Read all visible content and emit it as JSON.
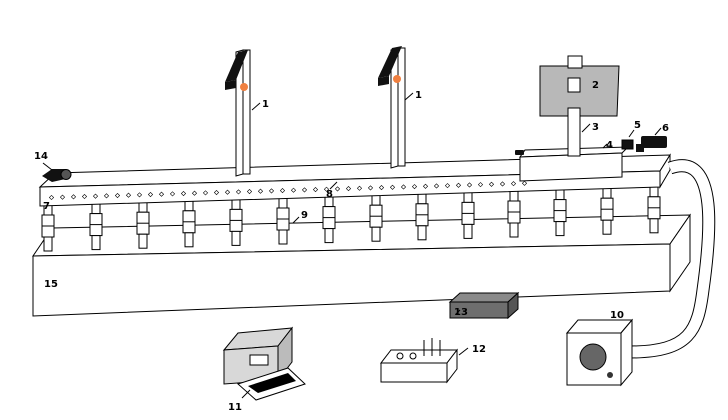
{
  "labels": {
    "photogate_left": "1",
    "photogate_right": "1",
    "electromagnet": "2",
    "stand_rod": "3",
    "glider": "4",
    "stopper": "5",
    "air_inlet": "6",
    "track_end_left": "7",
    "air_track": "8",
    "support_leg": "9",
    "blower": "10",
    "timer": "11",
    "power_supply": "12",
    "leveling_block": "13",
    "end_pulley": "14",
    "base_beam": "15"
  },
  "colors": {
    "outline": "#000000",
    "track_fill": "#ffffff",
    "panel_gray": "#b8b8b8",
    "block_dark": "#6e6e6e",
    "sensor_dot": "#f08040",
    "device_gray": "#d8d8d8"
  }
}
